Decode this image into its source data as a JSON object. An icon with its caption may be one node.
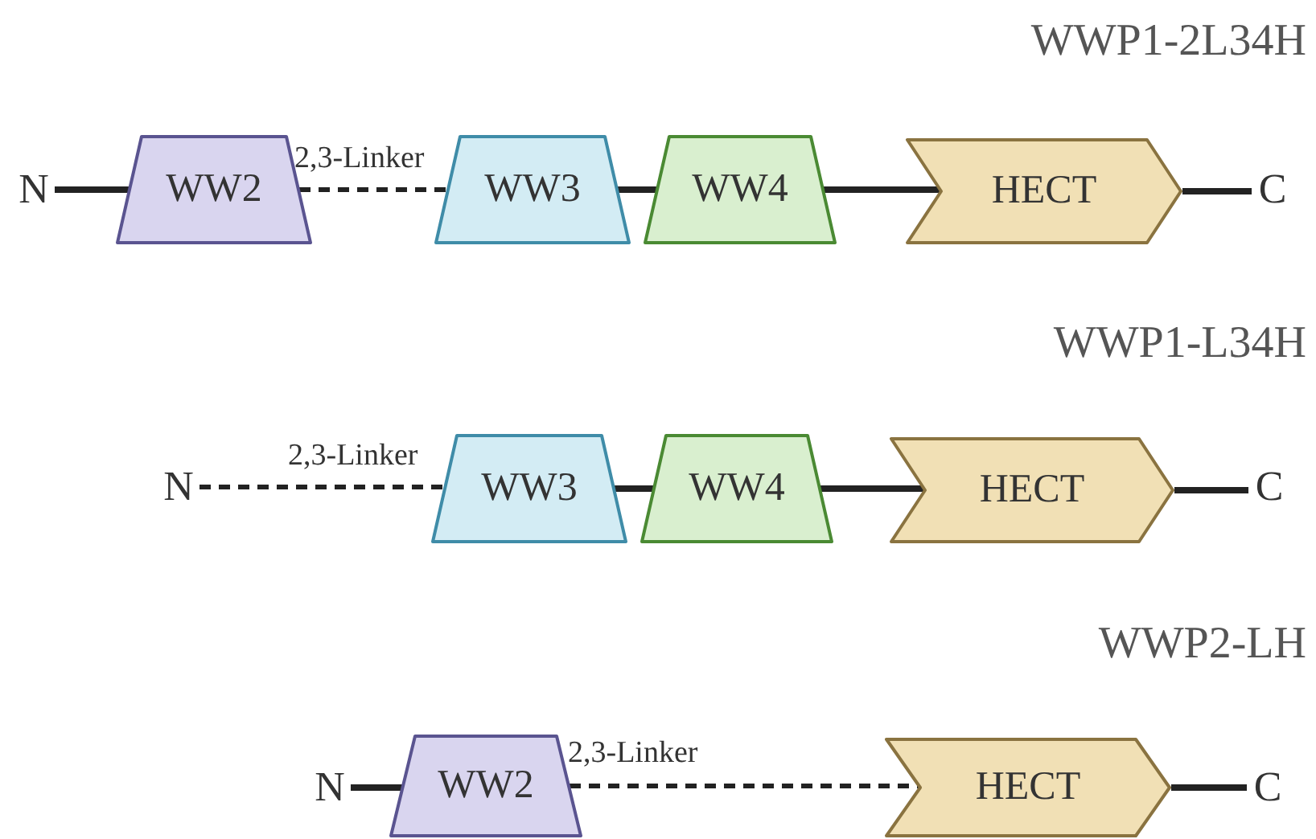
{
  "diagram": {
    "nodes": [
      {
        "text": [
          "N"
        ]
      },
      {
        "text": [
          "WW2"
        ]
      },
      {
        "text": [
          "WW3"
        ]
      },
      {
        "text": [
          "WW4"
        ]
      },
      {
        "text": [
          "HECT"
        ]
      },
      {
        "text": [
          "C"
        ]
      },
      {
        "text": [
          "N"
        ]
      },
      {
        "text": [
          "WW3"
        ]
      },
      {
        "text": [
          "WW4"
        ]
      },
      {
        "text": [
          "HECT"
        ]
      },
      {
        "text": [
          "C"
        ]
      },
      {
        "text": [
          "N"
        ]
      },
      {
        "text": [
          "WW2"
        ]
      },
      {
        "text": [
          "HECT"
        ]
      },
      {
        "text": [
          "C"
        ]
      }
    ],
    "edges": [
      {
        "from": 0,
        "to": 1,
        "arrow": "none"
      },
      {
        "from": 1,
        "to": 2,
        "arrow": "none",
        "label": "2,3-Linker",
        "style": "dashed"
      },
      {
        "from": 2,
        "to": 3,
        "arrow": "none"
      },
      {
        "from": 3,
        "to": 4,
        "arrow": "none"
      },
      {
        "from": 4,
        "to": 5,
        "arrow": "none"
      },
      {
        "from": 6,
        "to": 7,
        "arrow": "none",
        "label": "2,3-Linker",
        "style": "dashed"
      },
      {
        "from": 7,
        "to": 8,
        "arrow": "none"
      },
      {
        "from": 8,
        "to": 9,
        "arrow": "none"
      },
      {
        "from": 9,
        "to": 10,
        "arrow": "none"
      },
      {
        "from": 11,
        "to": 12,
        "arrow": "none"
      },
      {
        "from": 12,
        "to": 13,
        "arrow": "none",
        "label": "2,3-Linker",
        "style": "dashed"
      },
      {
        "from": 13,
        "to": 14,
        "arrow": "none"
      }
    ],
    "labels": [
      "WWP1-2L34H",
      "WWP1-L34H",
      "WWP2-LH"
    ]
  }
}
